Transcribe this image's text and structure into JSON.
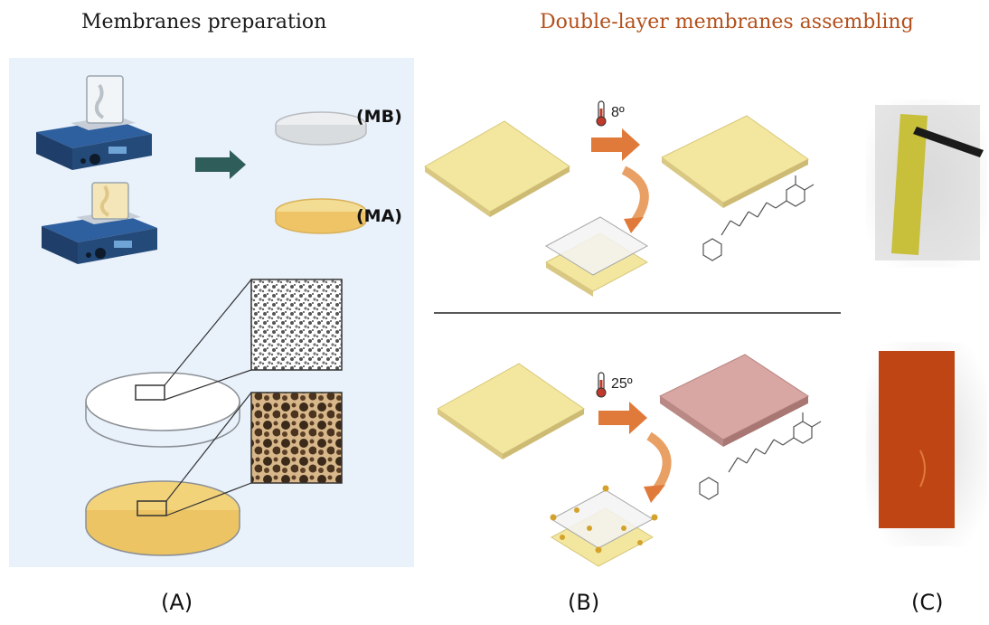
{
  "titles": {
    "left": "Membranes preparation",
    "right": "Double-layer membranes assembling"
  },
  "panel_labels": {
    "a": "(A)",
    "b": "(B)",
    "c": "(C)"
  },
  "dish_labels": {
    "mb": "(MB)",
    "ma": "(MA)"
  },
  "temperatures": {
    "top": "8º",
    "bottom": "25º"
  },
  "colors": {
    "panel_bg": "#e9f1fb",
    "membrane_yellow": "#f3e7a0",
    "membrane_pink": "#d9a7a3",
    "arrow_orange": "#e07a3a",
    "arrow_teal": "#2f5d5a",
    "title_b": "#b3501c",
    "photo_top_strip": "#c8bf3a",
    "photo_bottom_strip": "#c84a18"
  },
  "icons": [
    "thermometer-icon",
    "magnetic-stirrer-icon",
    "beaker-icon",
    "petri-dish-icon",
    "arrow-icon",
    "curcumin-molecule-icon"
  ]
}
